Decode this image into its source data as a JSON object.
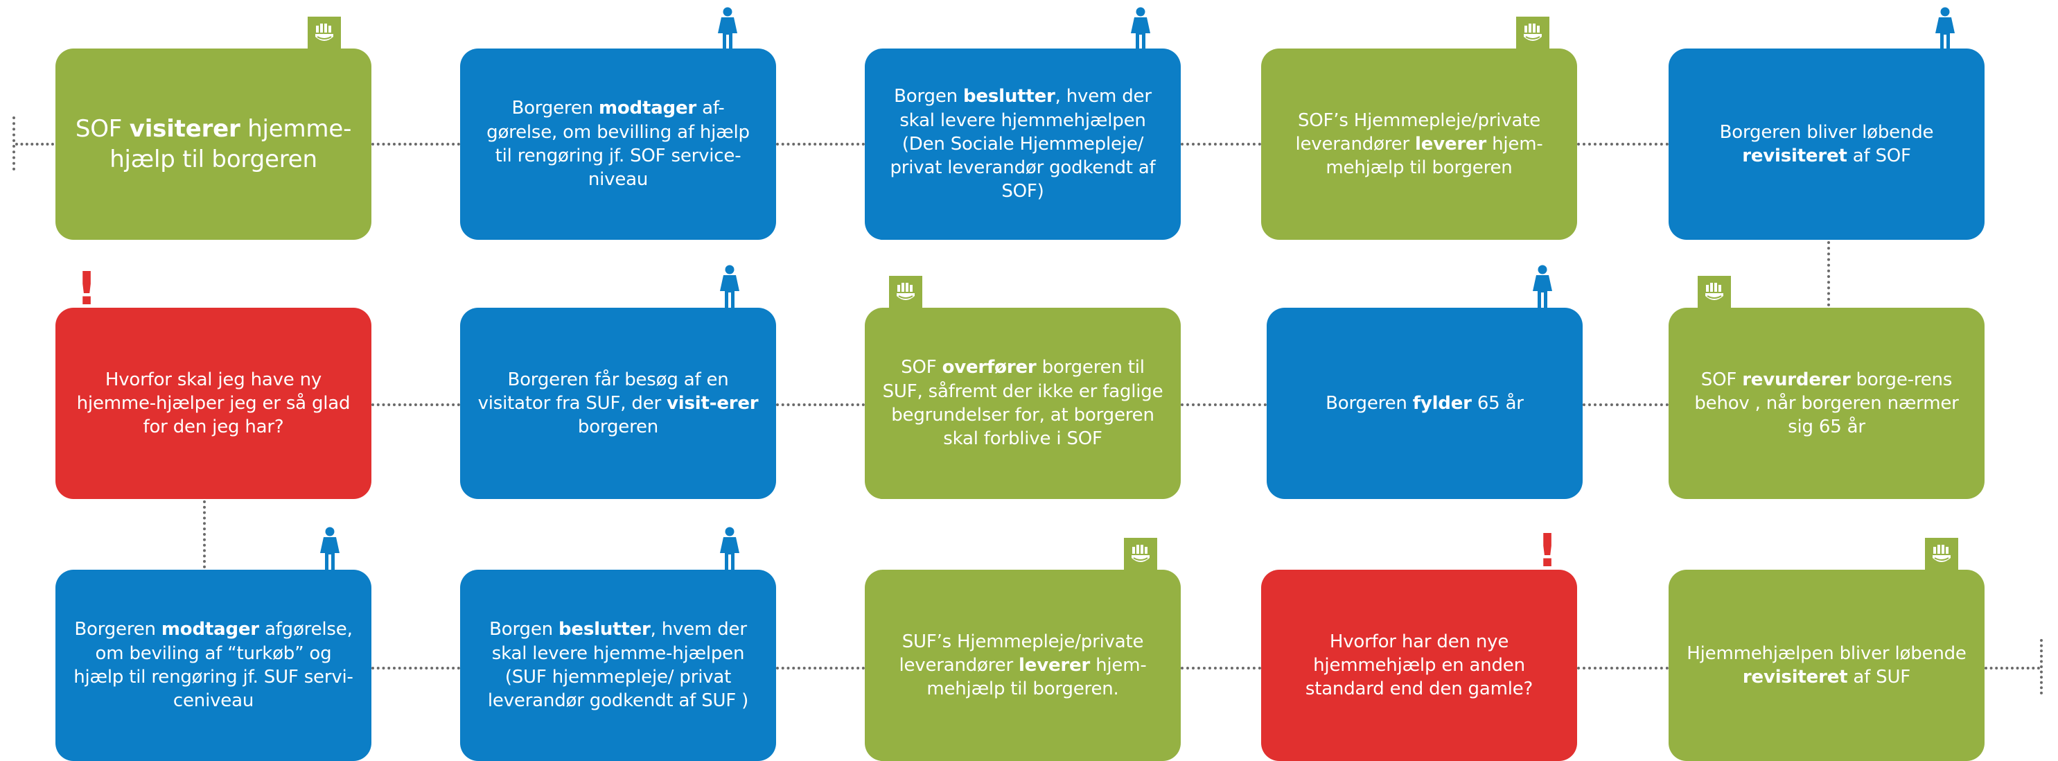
{
  "colors": {
    "green": "#95b143",
    "blue": "#0c7ec6",
    "red": "#e1302f",
    "connector": "#6a6a6a"
  },
  "icons": {
    "badge": "municipality-crest-icon",
    "person": "citizen-person-icon",
    "alert": "exclamation-icon"
  },
  "steps": [
    {
      "id": "r1c1",
      "type": "sof",
      "parts": [
        {
          "t": "SOF "
        },
        {
          "b": "visiterer"
        },
        {
          "t": " hjemme-hjælp til borgeren"
        }
      ]
    },
    {
      "id": "r1c2",
      "type": "citizen",
      "parts": [
        {
          "t": "Borgeren "
        },
        {
          "b": "modtager"
        },
        {
          "t": " af-gørelse, om bevilling af hjælp til rengøring  jf. SOF service-niveau"
        }
      ]
    },
    {
      "id": "r1c3",
      "type": "citizen",
      "parts": [
        {
          "t": "Borgen "
        },
        {
          "b": "beslutter"
        },
        {
          "t": ", hvem der skal levere hjemmehjælpen (Den Sociale Hjemmepleje/ privat leverandør godkendt af SOF)"
        }
      ]
    },
    {
      "id": "r1c4",
      "type": "sof",
      "parts": [
        {
          "t": "SOF’s Hjemmepleje/private leverandører "
        },
        {
          "b": "leverer"
        },
        {
          "t": " hjem-mehjælp til borgeren"
        }
      ]
    },
    {
      "id": "r1c5",
      "type": "citizen",
      "parts": [
        {
          "t": "Borgeren bliver løbende "
        },
        {
          "b": "revisiteret"
        },
        {
          "t": " af SOF"
        }
      ]
    },
    {
      "id": "r2c1",
      "type": "concern",
      "parts": [
        {
          "t": "Hvorfor skal jeg have ny hjemme-hjælper jeg er så glad for den jeg har?"
        }
      ]
    },
    {
      "id": "r2c2",
      "type": "citizen",
      "parts": [
        {
          "t": "Borgeren får besøg af en visitator fra SUF, der "
        },
        {
          "b": "visit-erer"
        },
        {
          "t": " borgeren"
        }
      ]
    },
    {
      "id": "r2c3",
      "type": "sof",
      "parts": [
        {
          "t": "SOF "
        },
        {
          "b": "overfører"
        },
        {
          "t": " borgeren til SUF, såfremt der ikke er faglige begrundelser for, at borgeren skal forblive i SOF"
        }
      ]
    },
    {
      "id": "r2c4",
      "type": "citizen",
      "parts": [
        {
          "t": "Borgeren "
        },
        {
          "b": "fylder"
        },
        {
          "t": " 65 år"
        }
      ]
    },
    {
      "id": "r2c5",
      "type": "sof",
      "parts": [
        {
          "t": "SOF "
        },
        {
          "b": "revurderer"
        },
        {
          "t": " borge-rens behov , når borgeren nærmer sig 65 år"
        }
      ]
    },
    {
      "id": "r3c1",
      "type": "citizen",
      "parts": [
        {
          "t": "Borgeren "
        },
        {
          "b": "modtager"
        },
        {
          "t": " afgørelse, om beviling af “turkøb” og hjælp til rengøring  jf. SUF servi-ceniveau"
        }
      ]
    },
    {
      "id": "r3c2",
      "type": "citizen",
      "parts": [
        {
          "t": "Borgen "
        },
        {
          "b": "beslutter"
        },
        {
          "t": ", hvem der skal levere hjemme-hjælpen (SUF hjemmepleje/ privat leverandør godkendt af SUF )"
        }
      ]
    },
    {
      "id": "r3c3",
      "type": "sof",
      "parts": [
        {
          "t": "SUF’s Hjemmepleje/private leverandører "
        },
        {
          "b": "leverer"
        },
        {
          "t": " hjem-mehjælp til borgeren."
        }
      ]
    },
    {
      "id": "r3c4",
      "type": "concern",
      "parts": [
        {
          "t": "Hvorfor har den nye hjemmehjælp en anden standard end den gamle?"
        }
      ]
    },
    {
      "id": "r3c5",
      "type": "sof",
      "parts": [
        {
          "t": "Hjemmehjælpen bliver løbende "
        },
        {
          "b": "revisiteret"
        },
        {
          "t": " af SUF"
        }
      ]
    }
  ]
}
